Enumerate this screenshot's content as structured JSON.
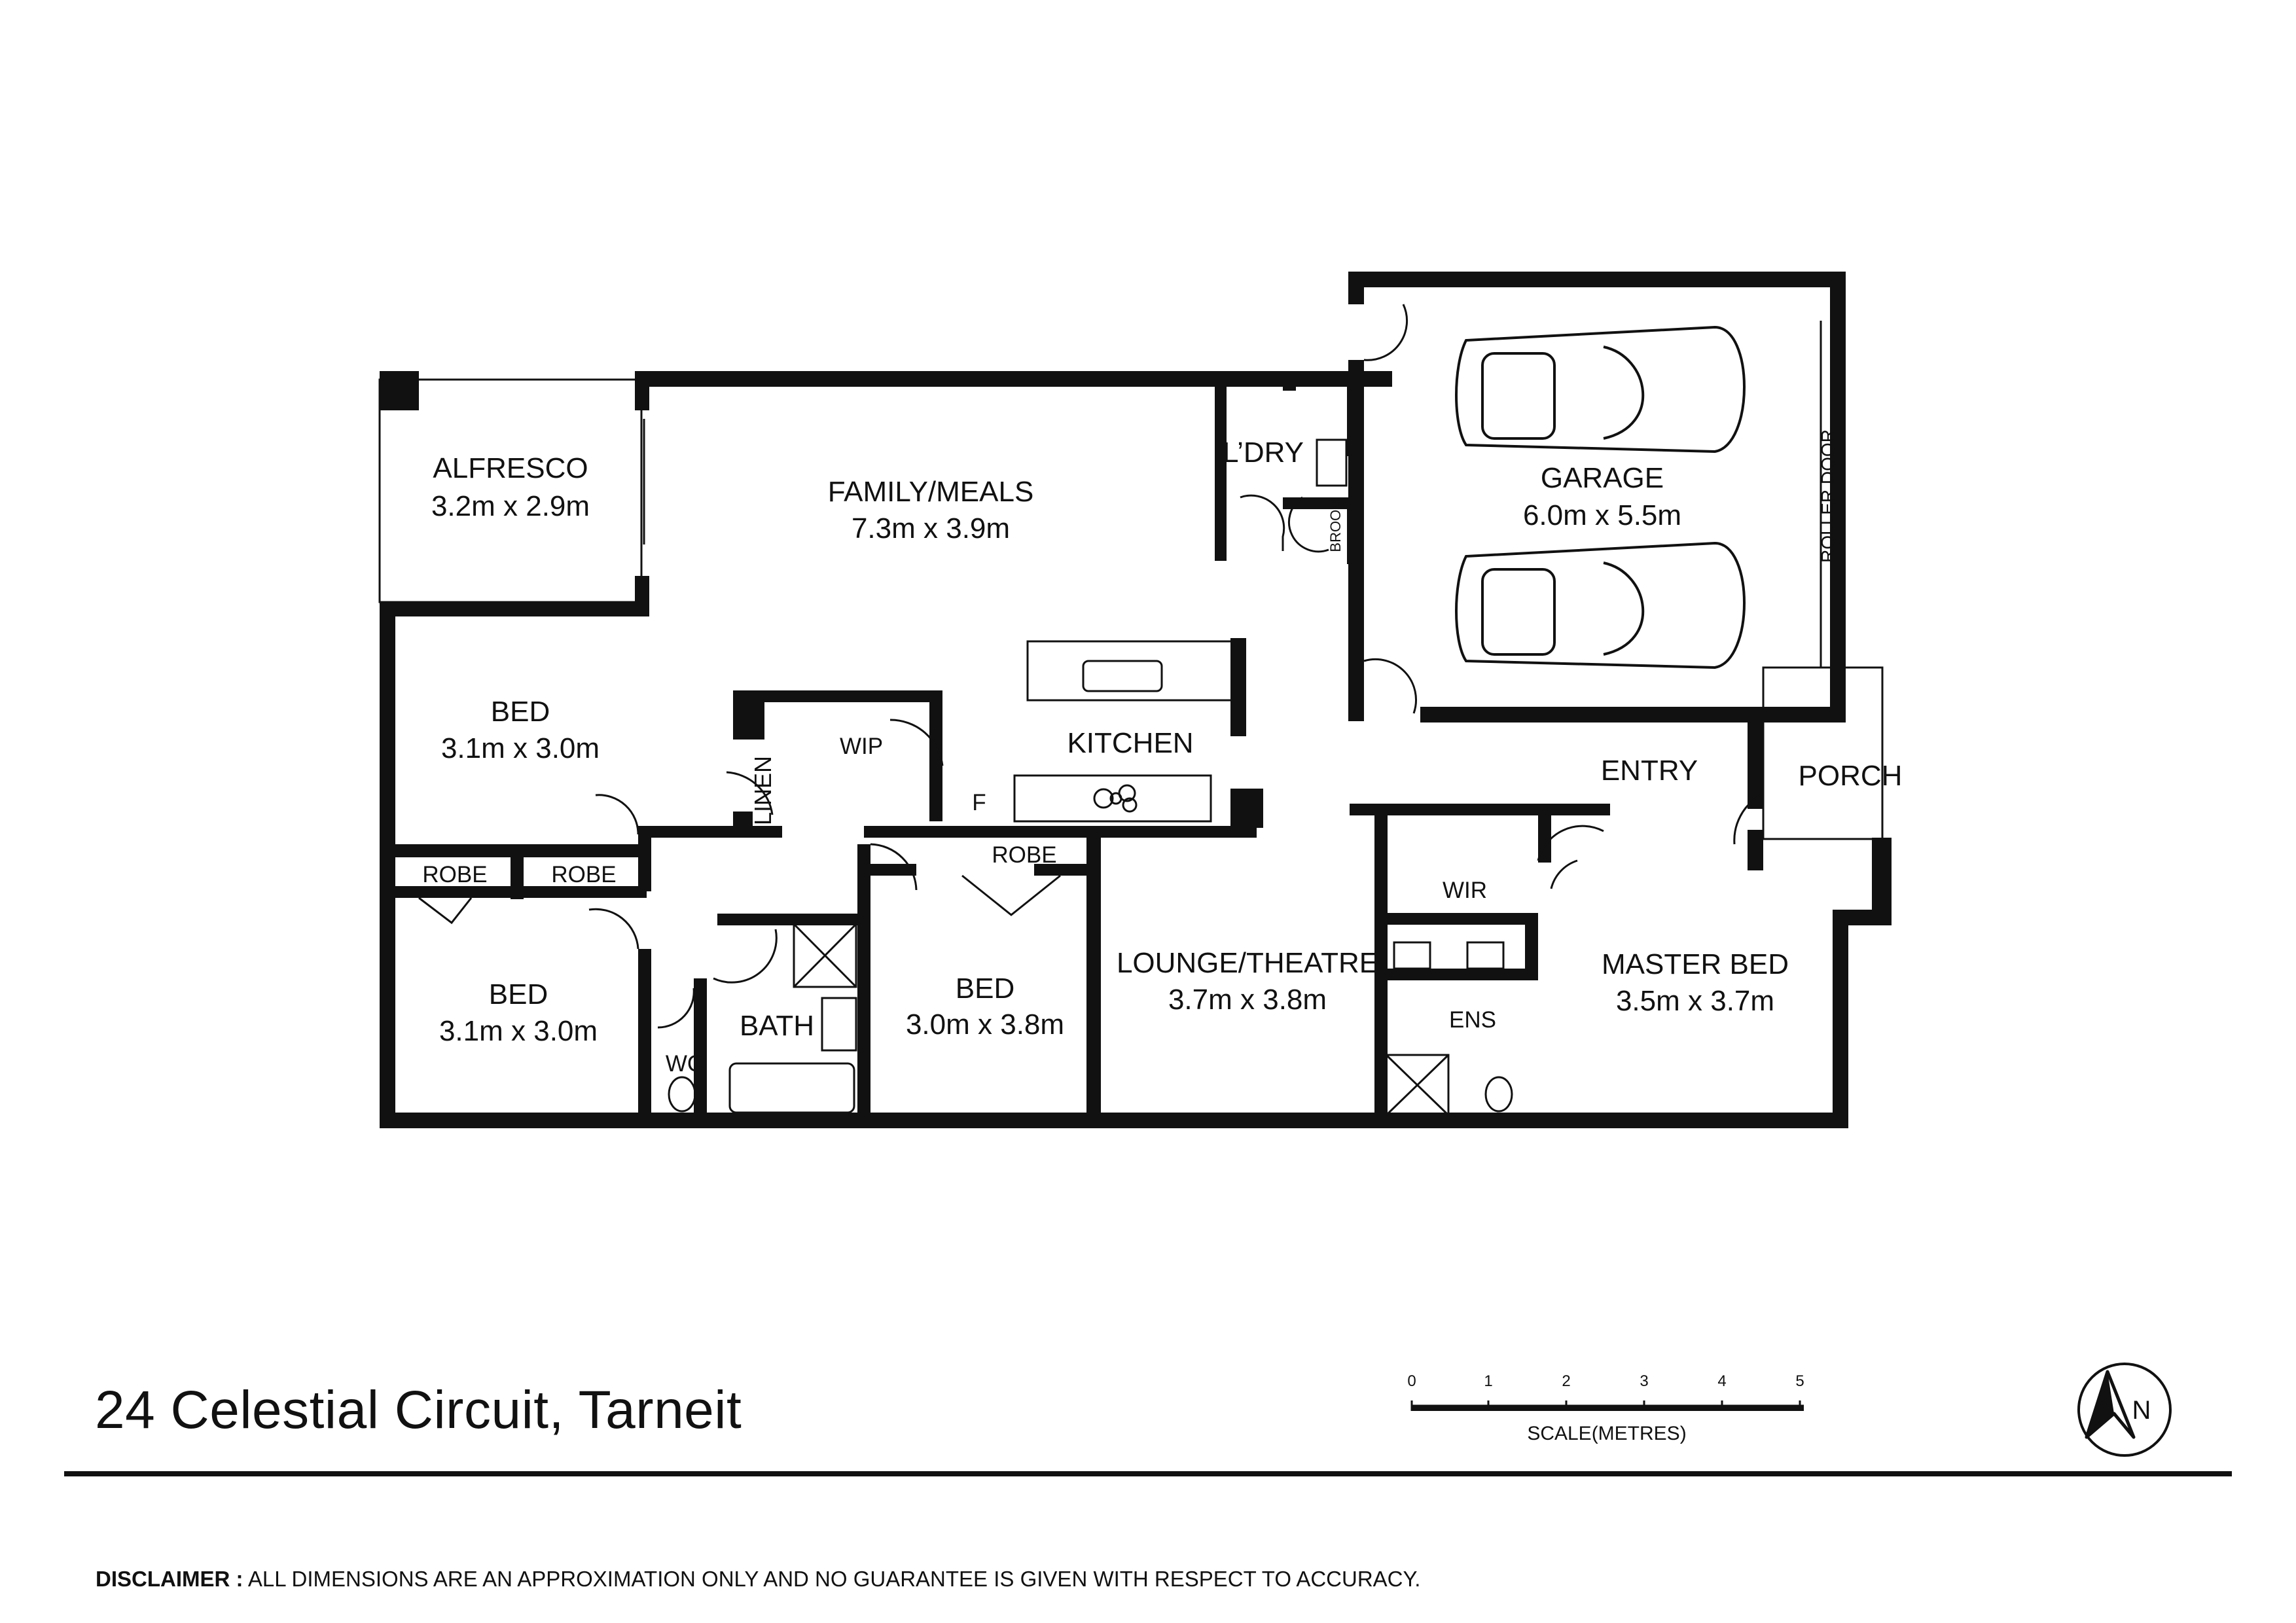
{
  "address": "24 Celestial Circuit, Tarneit",
  "rooms": {
    "alfresco": {
      "name": "ALFRESCO",
      "dims": "3.2m x 2.9m"
    },
    "family_meals": {
      "name": "FAMILY/MEALS",
      "dims": "7.3m x 3.9m"
    },
    "laundry": {
      "name": "L’DRY"
    },
    "broom": {
      "name": "BROOM"
    },
    "garage": {
      "name": "GARAGE",
      "dims": "6.0m x 5.5m"
    },
    "roller_door": {
      "name": "ROLLER DOOR"
    },
    "bed_1": {
      "name": "BED",
      "dims": "3.1m x 3.0m"
    },
    "wip": {
      "name": "WIP"
    },
    "linen": {
      "name": "LINEN"
    },
    "kitchen": {
      "name": "KITCHEN"
    },
    "fridge": {
      "name": "F"
    },
    "entry": {
      "name": "ENTRY"
    },
    "porch": {
      "name": "PORCH"
    },
    "robe_1": {
      "name": "ROBE"
    },
    "robe_2": {
      "name": "ROBE"
    },
    "robe_3": {
      "name": "ROBE"
    },
    "bed_2": {
      "name": "BED",
      "dims": "3.1m x 3.0m"
    },
    "bath": {
      "name": "BATH"
    },
    "wc": {
      "name": "WC"
    },
    "bed_3": {
      "name": "BED",
      "dims": "3.0m x 3.8m"
    },
    "lounge_theatre": {
      "name": "LOUNGE/THEATRE",
      "dims": "3.7m x 3.8m"
    },
    "wir": {
      "name": "WIR"
    },
    "ens": {
      "name": "ENS"
    },
    "master_bed": {
      "name": "MASTER BED",
      "dims": "3.5m x 3.7m"
    }
  },
  "scale": {
    "ticks": [
      "0",
      "1",
      "2",
      "3",
      "4",
      "5"
    ],
    "label": "SCALE(METRES)"
  },
  "compass": {
    "label": "N"
  },
  "disclaimer": {
    "label": "DISCLAIMER :",
    "text": " ALL DIMENSIONS ARE AN APPROXIMATION ONLY AND NO GUARANTEE IS GIVEN WITH RESPECT TO ACCURACY."
  }
}
